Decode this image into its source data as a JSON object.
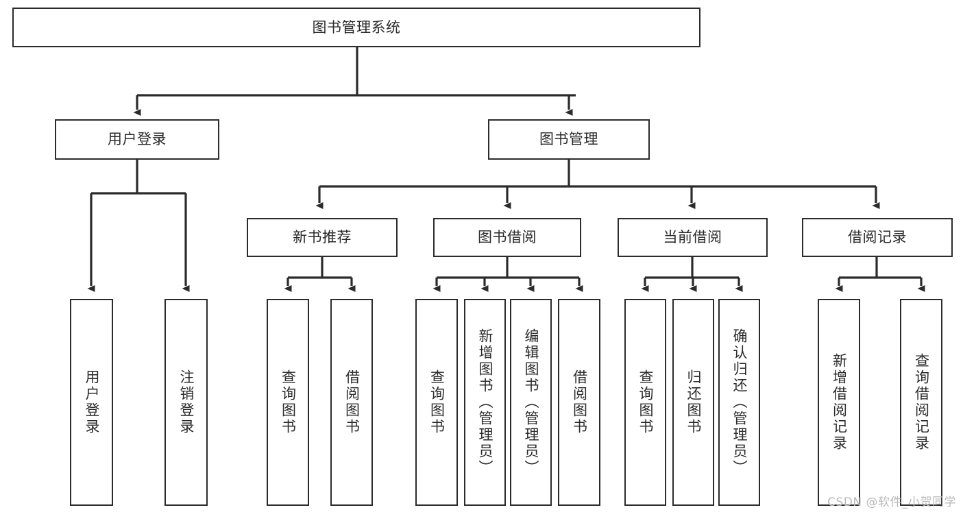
{
  "diagram": {
    "title": "图书管理系统",
    "type": "hierarchy-tree",
    "watermark": "CSDN @软件_小贺同学",
    "style": {
      "box_fill": "#ffffff",
      "box_stroke": "#2b2b2b",
      "edge_color": "#2b2b2b",
      "text_color": "#2b2b2b",
      "background": "#ffffff",
      "watermark_color": "#b9b9b9"
    },
    "levels": {
      "level0": [
        {
          "id": "root",
          "label": "图书管理系统",
          "orientation": "horizontal"
        }
      ],
      "level1": [
        {
          "id": "user-login",
          "label": "用户登录",
          "orientation": "horizontal",
          "parent": "root"
        },
        {
          "id": "book-manage",
          "label": "图书管理",
          "orientation": "horizontal",
          "parent": "root"
        }
      ],
      "level2": [
        {
          "id": "new-book-rec",
          "label": "新书推荐",
          "orientation": "horizontal",
          "parent": "book-manage"
        },
        {
          "id": "book-borrow",
          "label": "图书借阅",
          "orientation": "horizontal",
          "parent": "book-manage"
        },
        {
          "id": "current-borrow",
          "label": "当前借阅",
          "orientation": "horizontal",
          "parent": "book-manage"
        },
        {
          "id": "borrow-record",
          "label": "借阅记录",
          "orientation": "horizontal",
          "parent": "book-manage"
        }
      ],
      "level3": [
        {
          "id": "leaf-user-login",
          "label": "用户登录",
          "orientation": "vertical",
          "parent": "user-login"
        },
        {
          "id": "leaf-user-logout",
          "label": "注销登录",
          "orientation": "vertical",
          "parent": "user-login"
        },
        {
          "id": "leaf-query-book-1",
          "label": "查询图书",
          "orientation": "vertical",
          "parent": "new-book-rec"
        },
        {
          "id": "leaf-borrow-book-1",
          "label": "借阅图书",
          "orientation": "vertical",
          "parent": "new-book-rec"
        },
        {
          "id": "leaf-query-book-2",
          "label": "查询图书",
          "orientation": "vertical",
          "parent": "book-borrow"
        },
        {
          "id": "leaf-add-book",
          "label": "新增图书（管理员）",
          "orientation": "vertical",
          "parent": "book-borrow"
        },
        {
          "id": "leaf-edit-book",
          "label": "编辑图书（管理员）",
          "orientation": "vertical",
          "parent": "book-borrow"
        },
        {
          "id": "leaf-borrow-book-2",
          "label": "借阅图书",
          "orientation": "vertical",
          "parent": "book-borrow"
        },
        {
          "id": "leaf-query-book-3",
          "label": "查询图书",
          "orientation": "vertical",
          "parent": "current-borrow"
        },
        {
          "id": "leaf-return-book",
          "label": "归还图书",
          "orientation": "vertical",
          "parent": "current-borrow"
        },
        {
          "id": "leaf-confirm-return",
          "label": "确认归还（管理员）",
          "orientation": "vertical",
          "parent": "current-borrow"
        },
        {
          "id": "leaf-add-record",
          "label": "新增借阅记录",
          "orientation": "vertical",
          "parent": "borrow-record"
        },
        {
          "id": "leaf-query-record",
          "label": "查询借阅记录",
          "orientation": "vertical",
          "parent": "borrow-record"
        }
      ]
    }
  }
}
